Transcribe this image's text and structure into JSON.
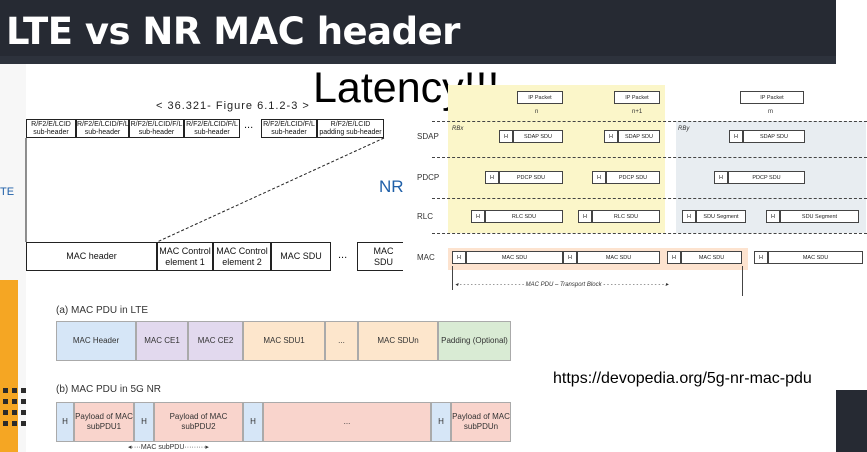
{
  "title": "LTE vs NR MAC header",
  "overlay_text": "Latency!!!",
  "lte_fig": {
    "caption": "< 36.321- Figure 6.1.2-3 >",
    "subheaders": [
      [
        "R/F2/E/LCID",
        "sub-header"
      ],
      [
        "R/F2/E/LCID/F/L",
        "sub-header"
      ],
      [
        "R/F2/E/LCID/F/L",
        "sub-header"
      ],
      [
        "R/F2/E/LCID/F/L",
        "sub-header"
      ],
      [
        "R/F2/E/LCID/F/L",
        "sub-header"
      ],
      [
        "R/F2/E/LCID",
        "padding sub-header"
      ]
    ],
    "ellipsis": "...",
    "pdu_parts": [
      "MAC header",
      "MAC Control element 1",
      "MAC Control element 2",
      "MAC SDU",
      "...",
      "MAC SDU"
    ],
    "side_label": "TE"
  },
  "pdu_lte": {
    "label": "(a) MAC PDU in LTE",
    "cells": [
      "MAC Header",
      "MAC CE1",
      "MAC CE2",
      "MAC SDU1",
      "...",
      "MAC SDUn",
      "Padding (Optional)"
    ]
  },
  "pdu_nr": {
    "label": "(b) MAC PDU in 5G NR",
    "cells": [
      "H",
      "Payload of MAC subPDU1",
      "H",
      "Payload of MAC subPDU2",
      "H",
      "...",
      "H",
      "Payload of MAC subPDUn"
    ],
    "subpdu_label": "MAC subPDU"
  },
  "nr_fig": {
    "label": "NR",
    "layers": [
      "SDAP",
      "PDCP",
      "RLC",
      "MAC"
    ],
    "ip_packet": "IP Packet",
    "packet_ids": [
      "n",
      "n+1",
      "m"
    ],
    "rb_labels": [
      "RBx",
      "RBy"
    ],
    "h": "H",
    "sdap_sdu": "SDAP SDU",
    "pdcp_sdu": "PDCP SDU",
    "rlc_sdu": "RLC SDU",
    "sdu_segment": "SDU Segment",
    "mac_sdu": "MAC SDU",
    "transport_block": "MAC PDU – Transport Block"
  },
  "source_url": "https://devopedia.org/5g-nr-mac-pdu",
  "colors": {
    "title_bg": "#262a33",
    "accent_orange": "#f5a623",
    "mac_header_blue": "#d6e6f7",
    "mac_ce_purple": "#e2d9ee",
    "mac_sdu_orange": "#fde6cc",
    "padding_green": "#d9ebd4",
    "payload_pink": "#f9d4cc",
    "nr_blue_label": "#1f5fa8"
  }
}
